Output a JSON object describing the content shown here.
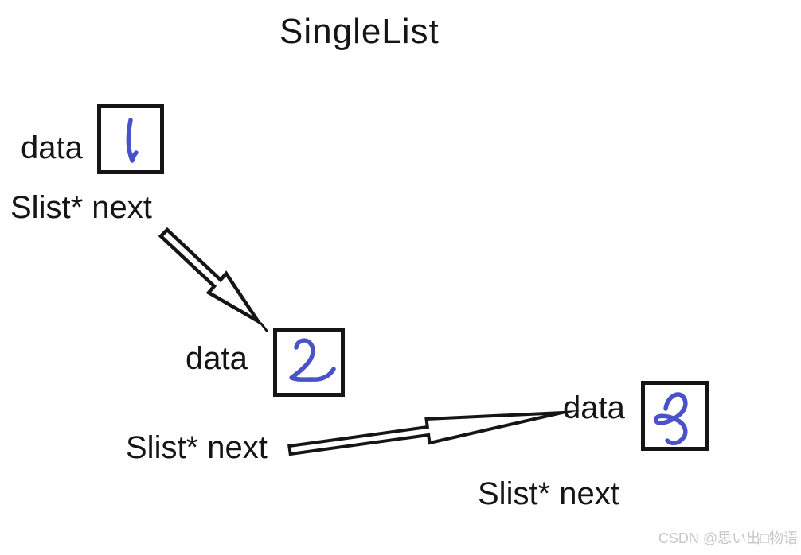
{
  "title": "SingleList",
  "nodes": [
    {
      "data_label": "data",
      "value": "1",
      "next_label": "Slist* next"
    },
    {
      "data_label": "data",
      "value": "2",
      "next_label": "Slist* next"
    },
    {
      "data_label": "data",
      "value": "3",
      "next_label": "Slist* next"
    }
  ],
  "watermark": "CSDN @思い出□物语",
  "colors": {
    "ink": "#151515",
    "digit": "#4a52c8",
    "watermark": "#c7c7c7",
    "background": "#ffffff"
  }
}
